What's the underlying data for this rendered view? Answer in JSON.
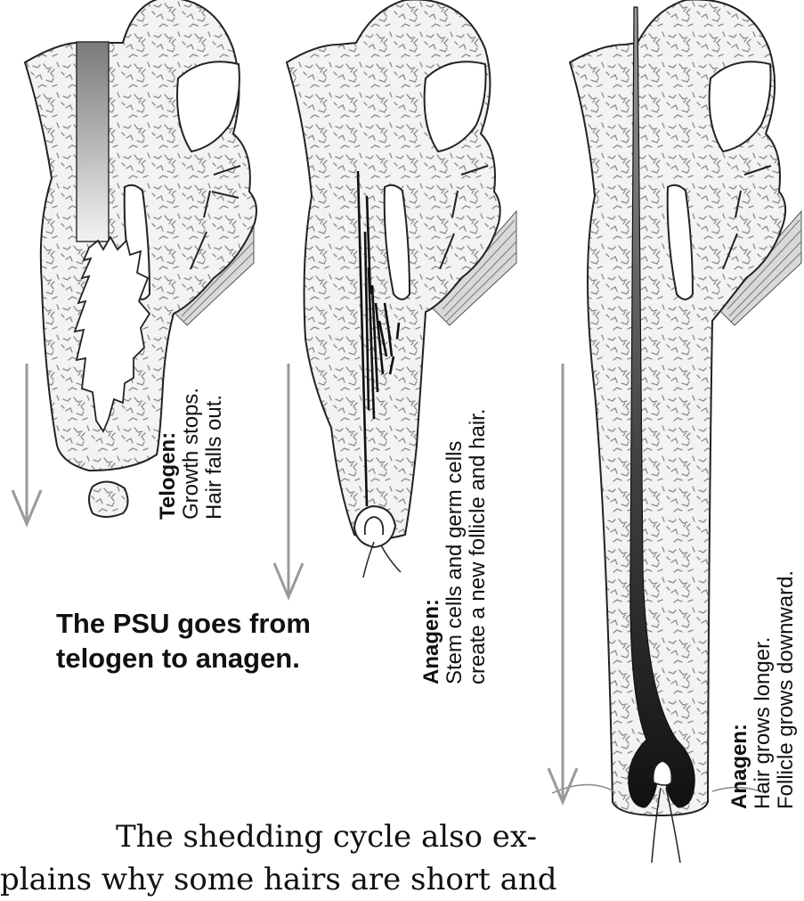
{
  "panels": [
    {
      "phase": "Telogen:",
      "line1": "Growth stops.",
      "line2": "Hair falls out."
    },
    {
      "phase": "Anagen:",
      "line1": "Stem cells and germ cells",
      "line2": "create a new follicle and hair."
    },
    {
      "phase": "Anagen:",
      "line1": "Hair grows longer.",
      "line2": "Follicle grows downward."
    }
  ],
  "caption": {
    "line1": "The PSU goes from",
    "line2": "telogen to anagen."
  },
  "body_text": {
    "line1": "The shedding cycle also ex-",
    "line2": "plains why some hairs are short and"
  },
  "colors": {
    "tissue": "#f2f2f2",
    "speckle": "#8a8a8a",
    "arrow": "#9a9a9a",
    "hair_dark": "#1a1a1a",
    "outline": "#222222"
  }
}
